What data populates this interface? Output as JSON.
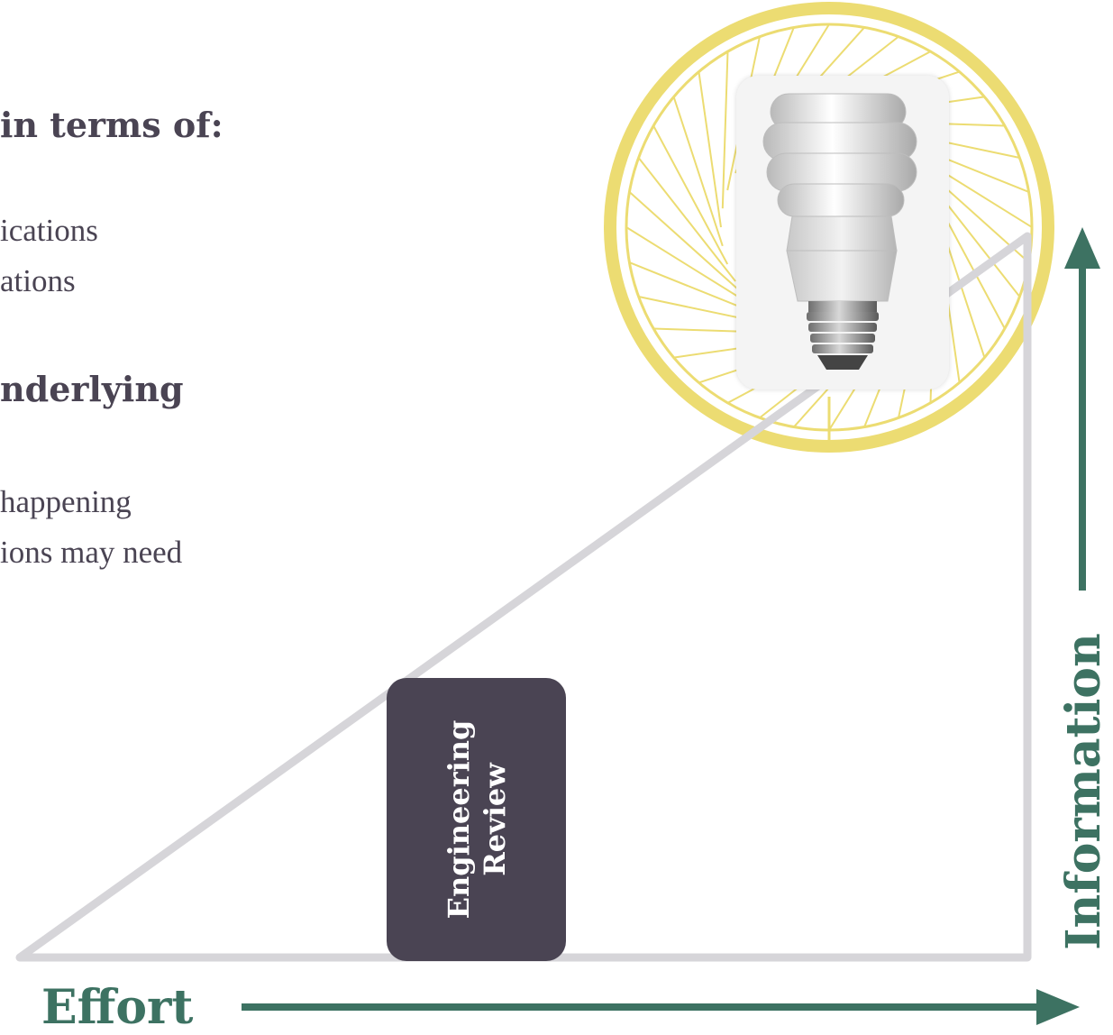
{
  "slide": {
    "heading_1": "in terms of:",
    "line_1": "ications",
    "line_2": "ations",
    "heading_2": "nderlying",
    "line_3": "happening",
    "line_4": "ions may need"
  },
  "diagram": {
    "review_box": {
      "line_1": "Engineering",
      "line_2": "Review"
    },
    "x_axis_label": "Effort",
    "y_axis_label": "Information",
    "colors": {
      "triangle": "#d6d5d9",
      "axis": "#3d7262",
      "review_box": "#4a4453",
      "wheel": "#ecdc72",
      "text": "#4a4453"
    },
    "icons": [
      "light-bulb-icon",
      "wheel-icon"
    ]
  }
}
